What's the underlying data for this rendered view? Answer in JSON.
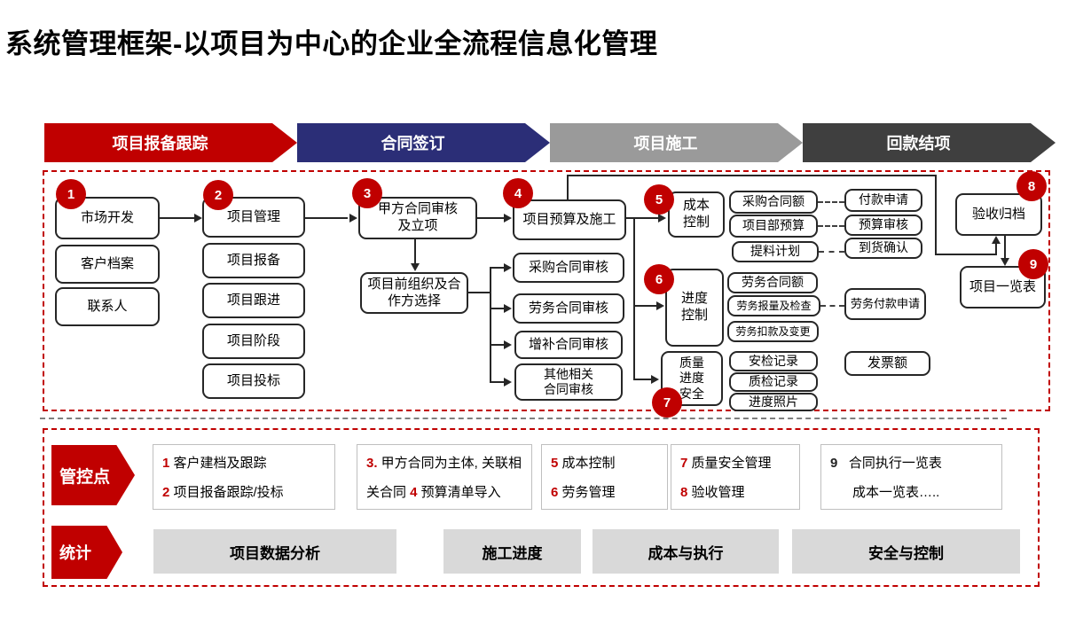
{
  "colors": {
    "red": "#C00000",
    "navy": "#2B2E77",
    "grayBanner": "#9A9A9A",
    "darkBanner": "#3F3F3F",
    "statBox": "#D9D9D9",
    "line": "#262626"
  },
  "title": "系统管理框架-以项目为中心的企业全流程信息化管理",
  "banners": [
    {
      "label": "项目报备跟踪"
    },
    {
      "label": "合同签订"
    },
    {
      "label": "项目施工"
    },
    {
      "label": "回款结项"
    }
  ],
  "circles": {
    "c1": "1",
    "c2": "2",
    "c3": "3",
    "c4": "4",
    "c5": "5",
    "c6": "6",
    "c7": "7",
    "c8": "8",
    "c9": "9"
  },
  "flow": {
    "market_dev": "市场开发",
    "customer_file": "客户档案",
    "contact": "联系人",
    "project_mgmt": "项目管理",
    "project_report": "项目报备",
    "project_follow": "项目跟进",
    "project_stage": "项目阶段",
    "project_bid": "项目投标",
    "party_a_contract": "甲方合同审核\n及立项",
    "pre_org": "项目前组织及合\n作方选择",
    "budget_construction": "项目预算及施工",
    "purchase_review": "采购合同审核",
    "labor_review": "劳务合同审核",
    "supplement_review": "增补合同审核",
    "other_review": "其他相关\n合同审核",
    "cost_control": "成本\n控制",
    "progress_control": "进度\n控制",
    "quality_safety": "质量\n进度\n安全",
    "purchase_amount": "采购合同额",
    "dept_budget": "项目部预算",
    "material_plan": "提料计划",
    "labor_amount": "劳务合同额",
    "labor_check": "劳务报量及检查",
    "labor_deduct": "劳务扣款及变更",
    "safety_record": "安检记录",
    "quality_record": "质检记录",
    "progress_photo": "进度照片",
    "payment_request": "付款申请",
    "budget_review": "预算审核",
    "arrival_confirm": "到货确认",
    "labor_payment": "劳务付款申请",
    "invoice_amount": "发票额",
    "acceptance_archive": "验收归档",
    "project_list": "项目一览表"
  },
  "control_points": {
    "arrow_label": "管控点",
    "boxes": [
      {
        "pre1": "",
        "num1": "1",
        "text1": " 客户建档及跟踪",
        "pre2": "",
        "num2": "2",
        "text2": " 项目报备跟踪/投标"
      },
      {
        "pre1": "",
        "num1": "3.",
        "text1": " 甲方合同为主体, 关联相",
        "pre2": "关合同 ",
        "num2": "4",
        "text2": " 预算清单导入"
      },
      {
        "pre1": "",
        "num1": "5",
        "text1": " 成本控制",
        "pre2": "",
        "num2": "6",
        "text2": " 劳务管理"
      },
      {
        "pre1": "",
        "num1": "7",
        "text1": " 质量安全管理",
        "pre2": "",
        "num2": "8",
        "text2": " 验收管理"
      },
      {
        "pre1": "9",
        "num1": "",
        "text1": "   合同执行一览表",
        "pre2": "",
        "num2": "",
        "text2": "      成本一览表….."
      }
    ]
  },
  "stats": {
    "arrow_label": "统计",
    "items": [
      {
        "label": "项目数据分析"
      },
      {
        "label": "施工进度"
      },
      {
        "label": "成本与执行"
      },
      {
        "label": "安全与控制"
      }
    ]
  }
}
